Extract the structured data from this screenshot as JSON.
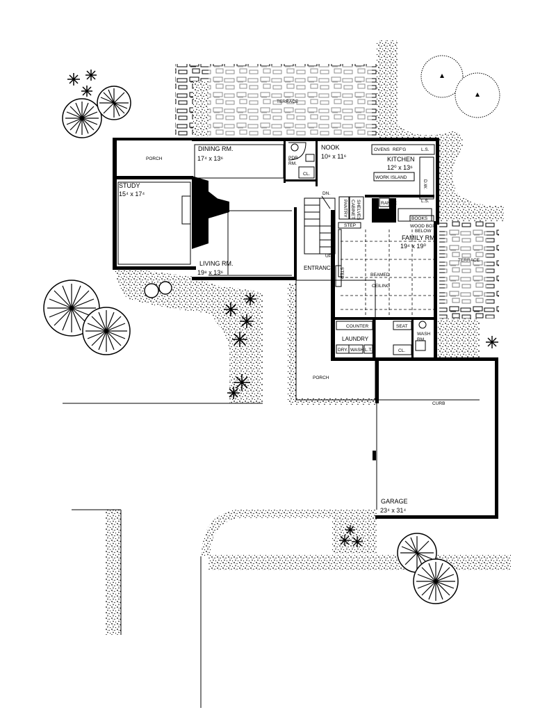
{
  "rooms": {
    "terrace_top": "TERRACE",
    "porch_left": "PORCH",
    "dining": "DINING RM.",
    "dining_dim": "17⁴ x 13⁶",
    "pdr": "PDR",
    "pdr2": "RM.",
    "nook": "NOOK",
    "nook_dim": "10⁸ x 11⁶",
    "kitchen": "KITCHEN",
    "kitchen_dim": "12⁰ x 13⁶",
    "study": "STUDY",
    "study_dim": "15⁴ x 17⁴",
    "living": "LIVING RM.",
    "living_dim": "19⁸ x 13⁶",
    "entrance": "ENTRANCE",
    "family": "FAMILY RM.",
    "family_dim": "19⁴ x 19⁰",
    "terrace_right": "TERRACE",
    "laundry": "LAUNDRY",
    "wash_rm": "WASH",
    "wash_rm2": "RM.",
    "porch_front": "PORCH",
    "garage": "GARAGE",
    "garage_dim": "23⁴ x 31⁴"
  },
  "notes": {
    "ovens": "OVENS",
    "ref": "REF'G",
    "ls1": "L.S.",
    "ls2": "L.S.",
    "dw": "D.W.",
    "work_island": "WORK ISLAND",
    "cl1": "CL.",
    "cl2": "CL.",
    "dn": "DN.",
    "up": "UP",
    "pantry": "PANTRY",
    "cabinet": "CABINET",
    "shelves": "SHELVES",
    "range": "RANGE",
    "books": "BOOKS",
    "wood_box": "WOOD BOX",
    "below": "BELOW",
    "step1": "STEP",
    "step2": "STEP",
    "beamed": "BEAMED",
    "ceiling": "CEILING",
    "counter": "COUNTER",
    "seat": "SEAT",
    "dry": "DRY.",
    "wash": "WASH.",
    "lt": "L.T.",
    "curb": "CURB"
  }
}
